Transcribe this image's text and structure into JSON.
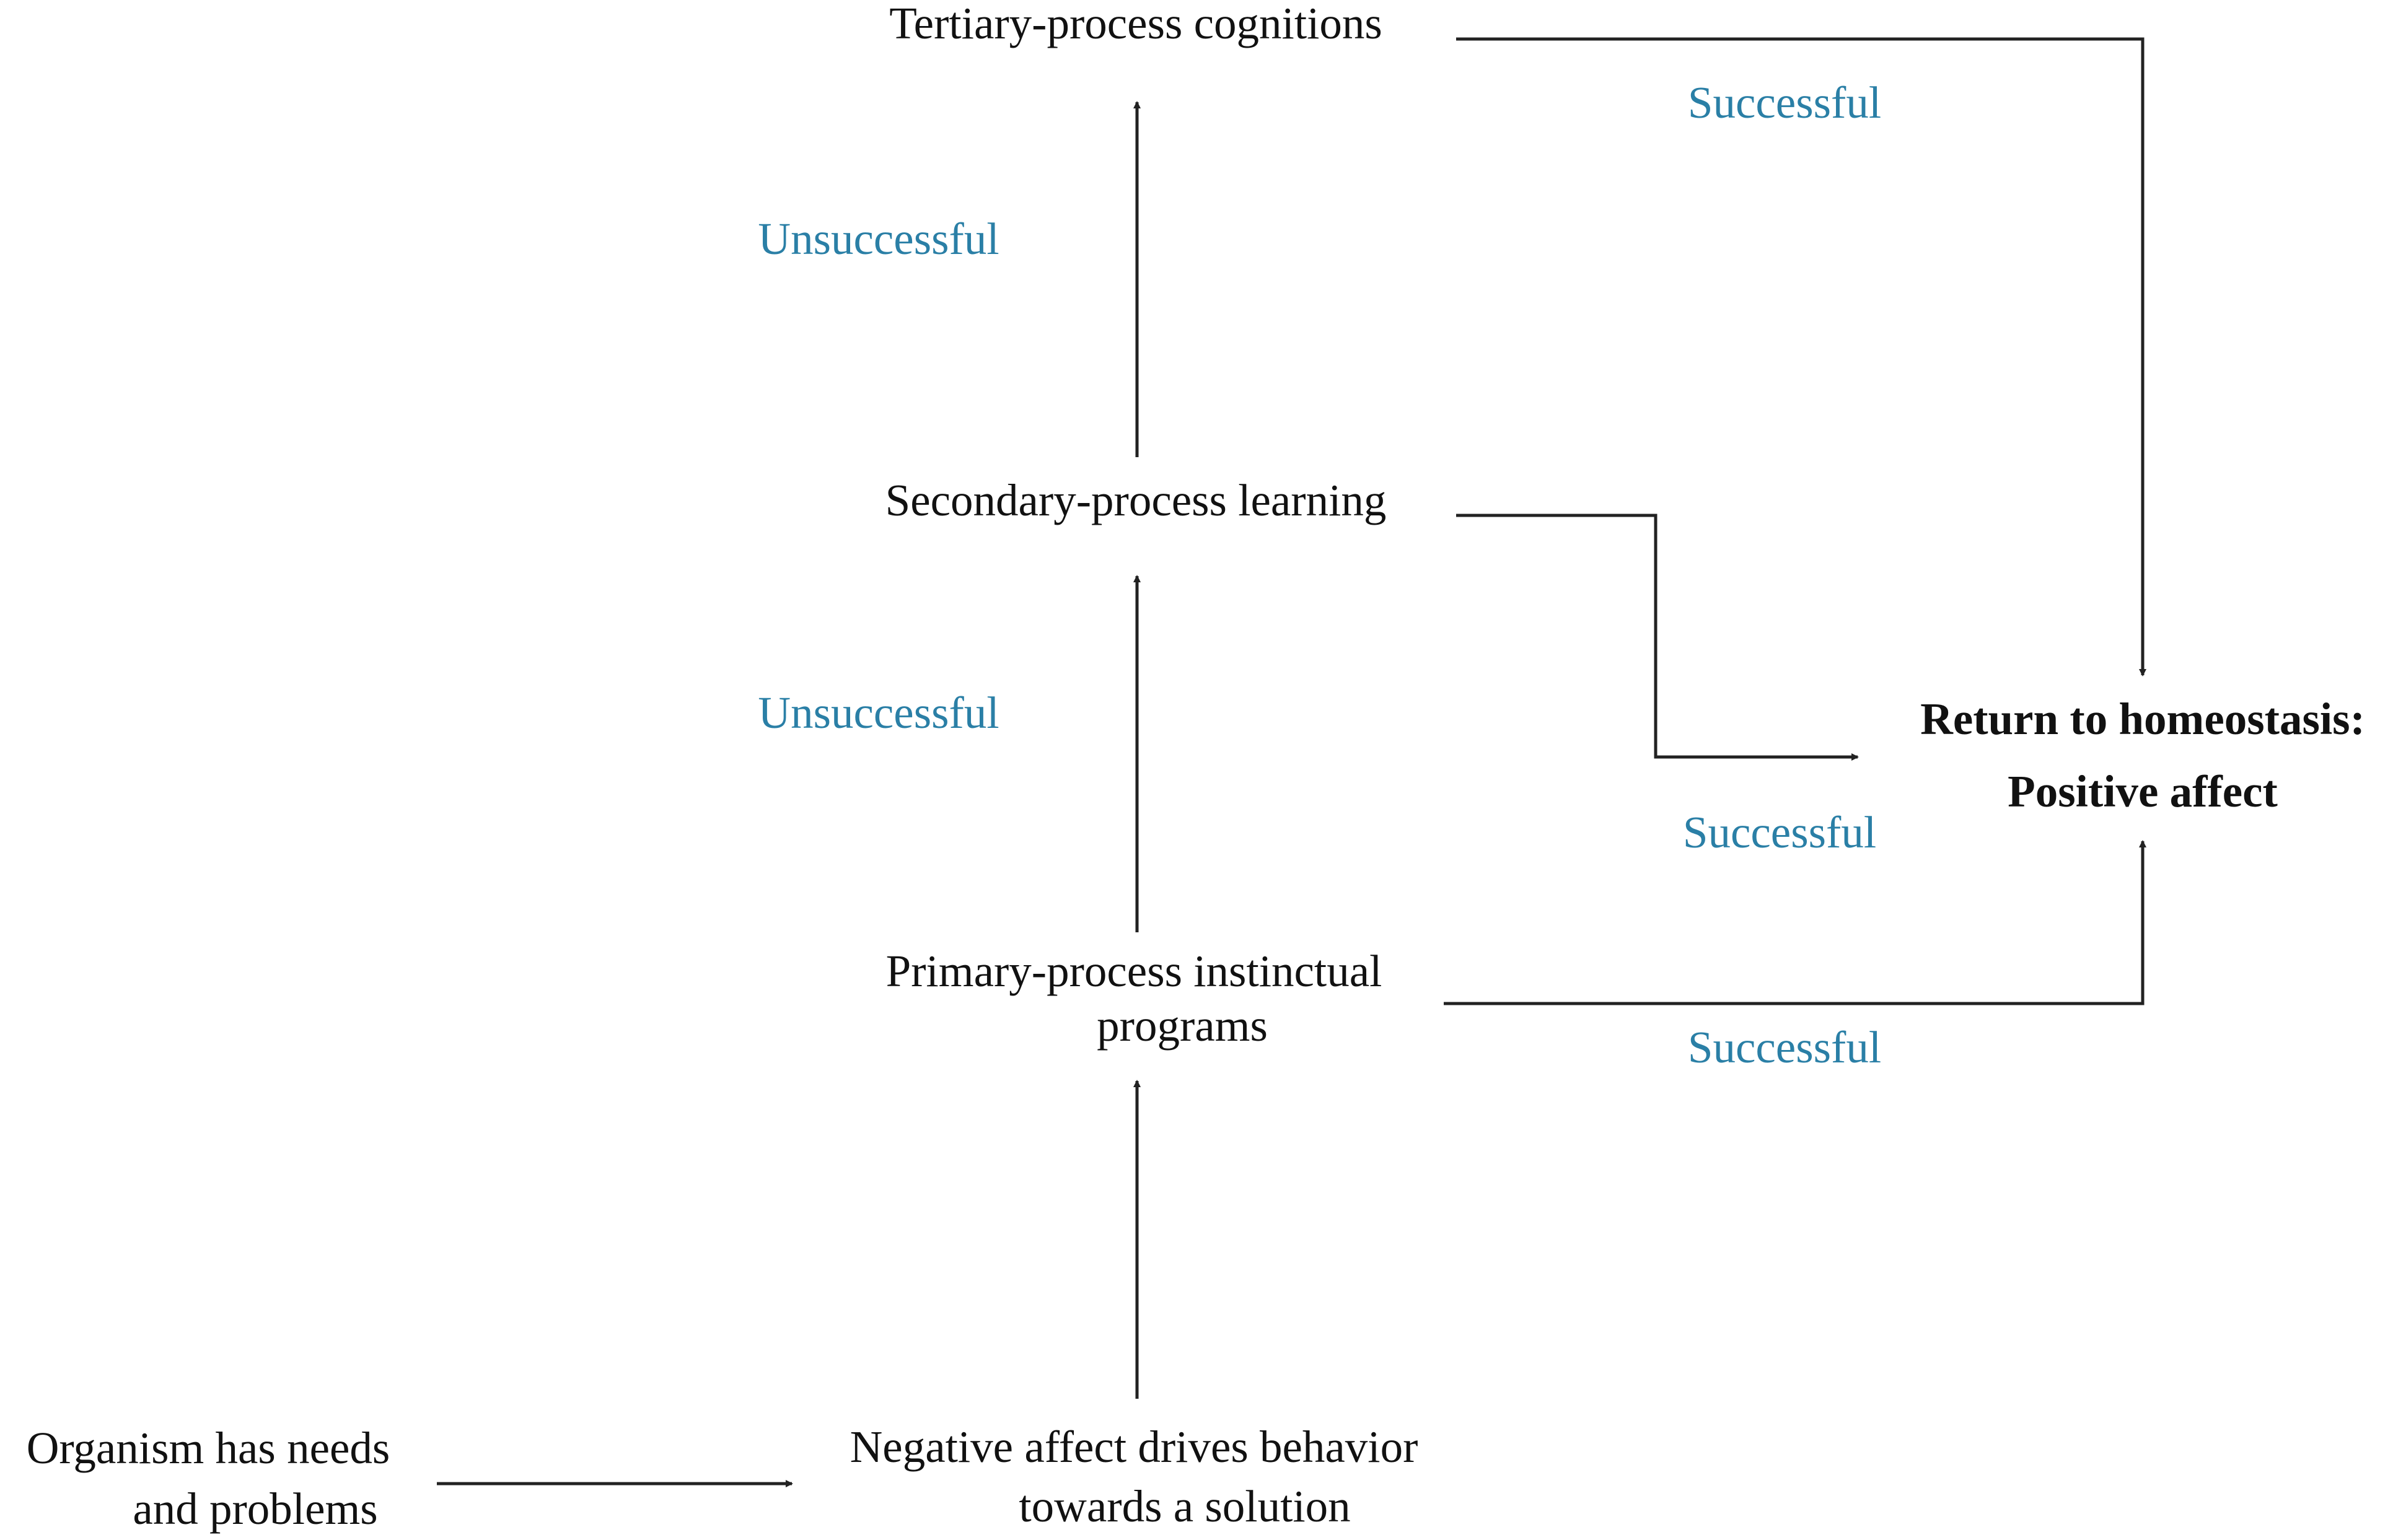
{
  "nodes": {
    "tertiary": {
      "line1": "Tertiary-process cognitions"
    },
    "secondary": {
      "line1": "Secondary-process learning"
    },
    "primary": {
      "line1": "Primary-process instinctual",
      "line2": "programs"
    },
    "negative_affect": {
      "line1": "Negative  affect drives behavior",
      "line2": "towards a solution"
    },
    "organism": {
      "line1": "Organism  has needs",
      "line2": "and problems"
    },
    "homeostasis": {
      "line1": "Return to homeostasis:",
      "line2": "Positive affect"
    }
  },
  "edge_labels": {
    "unsuccessful_upper": "Unsuccessful",
    "unsuccessful_lower": "Unsuccessful",
    "successful_tertiary": "Successful",
    "successful_secondary": "Successful",
    "successful_primary": "Successful"
  },
  "colors": {
    "edge_label": "#2a7fa6",
    "text": "#111111",
    "line": "#222222"
  }
}
